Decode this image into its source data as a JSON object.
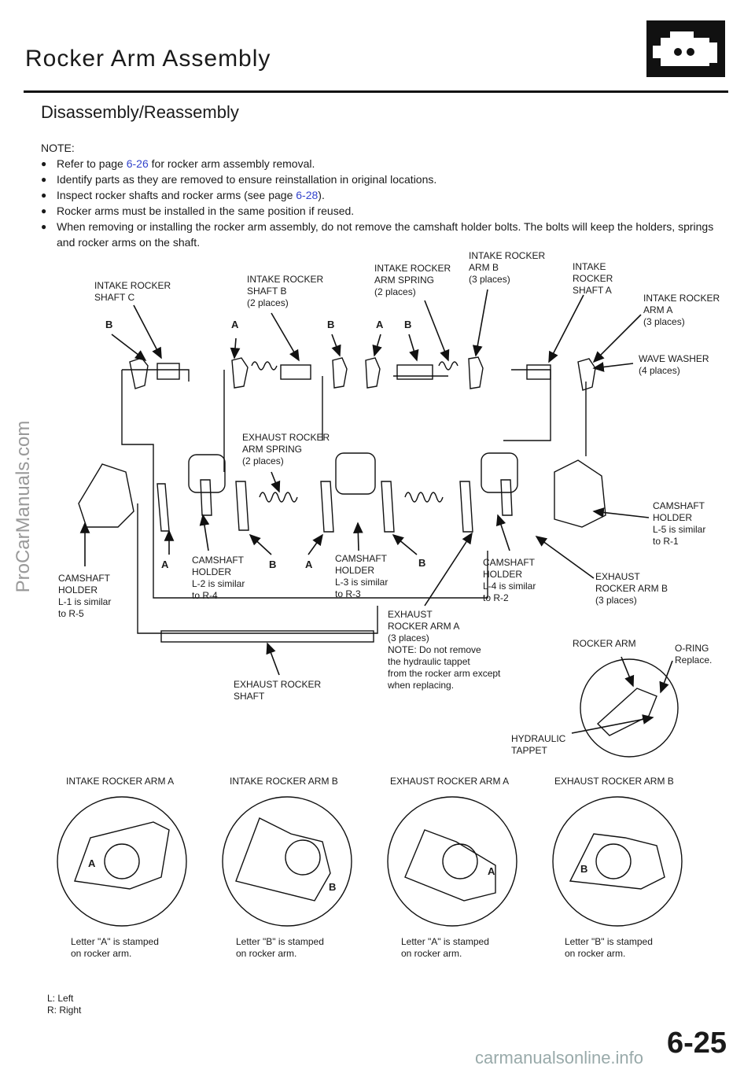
{
  "header": {
    "title": "Rocker Arm Assembly",
    "subtitle": "Disassembly/Reassembly"
  },
  "notes": {
    "label": "NOTE:",
    "items": [
      {
        "pre": "Refer to page ",
        "link": "6-26",
        "post": " for rocker arm assembly removal."
      },
      {
        "pre": "Identify parts as they are removed to ensure reinstallation in original locations.",
        "link": "",
        "post": ""
      },
      {
        "pre": "Inspect rocker shafts and rocker arms (see page ",
        "link": "6-28",
        "post": ")."
      },
      {
        "pre": "Rocker arms must be installed in the same position if reused.",
        "link": "",
        "post": ""
      },
      {
        "pre": "When removing or installing the rocker arm assembly, do not remove the camshaft holder bolts. The bolts will keep the holders, springs and rocker arms on the shaft.",
        "link": "",
        "post": ""
      }
    ]
  },
  "labels": {
    "intake_shaft_c": "INTAKE ROCKER\nSHAFT C",
    "intake_shaft_b": "INTAKE ROCKER\nSHAFT B\n(2 places)",
    "intake_spring": "INTAKE ROCKER\nARM SPRING\n(2 places)",
    "intake_arm_b": "INTAKE ROCKER\nARM B\n(3 places)",
    "intake_shaft_a": "INTAKE\nROCKER\nSHAFT A",
    "intake_arm_a": "INTAKE ROCKER\nARM A\n(3 places)",
    "wave_washer": "WAVE WASHER\n(4 places)",
    "exhaust_spring": "EXHAUST ROCKER\nARM SPRING\n(2 places)",
    "holder_l5": "CAMSHAFT\nHOLDER\nL-5 is similar\nto R-1",
    "holder_l1": "CAMSHAFT\nHOLDER\nL-1 is similar\nto R-5",
    "holder_l2": "CAMSHAFT\nHOLDER\nL-2 is similar\nto R-4",
    "holder_l3": "CAMSHAFT\nHOLDER\nL-3 is similar\nto R-3",
    "holder_l4": "CAMSHAFT\nHOLDER\nL-4 is similar\nto R-2",
    "exhaust_arm_b": "EXHAUST\nROCKER ARM B\n(3 places)",
    "exhaust_arm_a": "EXHAUST\nROCKER ARM A\n(3 places)\nNOTE: Do not remove\nthe hydraulic tappet\nfrom the rocker arm except\nwhen replacing.",
    "exhaust_shaft": "EXHAUST ROCKER\nSHAFT",
    "rocker_arm": "ROCKER ARM",
    "o_ring": "O-RING\nReplace.",
    "hydraulic_tappet": "HYDRAULIC\nTAPPET"
  },
  "letters": [
    "B",
    "A",
    "B",
    "A",
    "B",
    "A",
    "B",
    "A",
    "B"
  ],
  "details": [
    {
      "title": "INTAKE ROCKER ARM A",
      "stamp": "A",
      "caption": "Letter \"A\" is stamped\non rocker arm."
    },
    {
      "title": "INTAKE ROCKER ARM B",
      "stamp": "B",
      "caption": "Letter \"B\" is stamped\non rocker arm."
    },
    {
      "title": "EXHAUST ROCKER ARM A",
      "stamp": "A",
      "caption": "Letter \"A\" is stamped\non rocker arm."
    },
    {
      "title": "EXHAUST ROCKER ARM B",
      "stamp": "B",
      "caption": "Letter \"B\" is stamped\non rocker arm."
    }
  ],
  "legend": "L: Left\nR: Right",
  "page_number": "6-25",
  "watermark": "ProCarManuals.com",
  "footer": "carmanualsonline.info",
  "colors": {
    "link": "#3344cc",
    "ink": "#1a1a1a"
  }
}
